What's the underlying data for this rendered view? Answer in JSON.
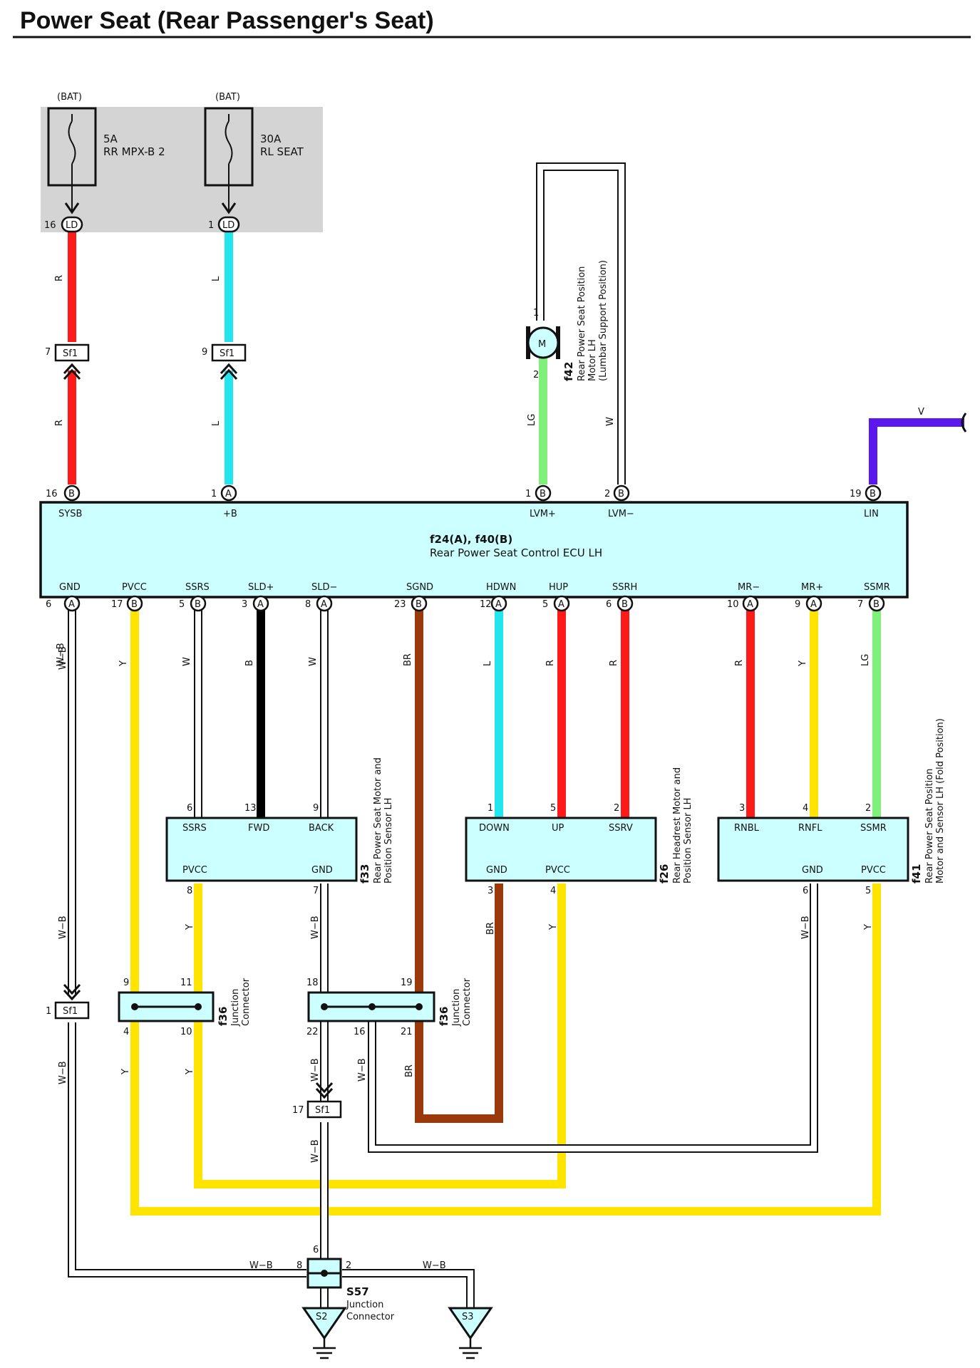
{
  "title": "Power Seat (Rear Passenger's Seat)",
  "colors": {
    "R": "#ff1a1a",
    "L": "#22e5ee",
    "LG": "#7ff07a",
    "Y": "#ffe400",
    "B": "#000000",
    "BR": "#9a3a0a",
    "V": "#5a18ee",
    "W": "#ffffff",
    "W-B": "#ffffff",
    "component_fill": "#ccffff",
    "fuse_block_fill": "#d4d4d4"
  },
  "fuses": [
    {
      "source": "(BAT)",
      "rating": "5A",
      "name": "RR MPX-B 2",
      "pin": "16",
      "conn": "LD",
      "wire": "R",
      "splice_pin": "7",
      "splice": "Sf1"
    },
    {
      "source": "(BAT)",
      "rating": "30A",
      "name": "RL SEAT",
      "pin": "1",
      "conn": "LD",
      "wire": "L",
      "splice_pin": "9",
      "splice": "Sf1"
    }
  ],
  "motor_f42": {
    "id": "f42",
    "symbol": "M",
    "pin_top": "1",
    "pin_bottom": "2",
    "name_line1": "Rear Power Seat Position",
    "name_line2": "Motor LH",
    "name_line3": "(Lumbar Support Position)",
    "wire_lg": "LG",
    "wire_w": "W"
  },
  "ecu": {
    "id": "f24(A), f40(B)",
    "name": "Rear Power Seat Control ECU LH",
    "top_pins": [
      {
        "num": "16",
        "conn": "B",
        "label": "SYSB"
      },
      {
        "num": "1",
        "conn": "A",
        "label": "+B"
      },
      {
        "num": "1",
        "conn": "B",
        "label": "LVM+"
      },
      {
        "num": "2",
        "conn": "B",
        "label": "LVM−"
      },
      {
        "num": "19",
        "conn": "B",
        "label": "LIN"
      }
    ],
    "bottom_pins": [
      {
        "num": "6",
        "conn": "A",
        "label": "GND",
        "wire": "W−B"
      },
      {
        "num": "17",
        "conn": "B",
        "label": "PVCC",
        "wire": "Y"
      },
      {
        "num": "5",
        "conn": "B",
        "label": "SSRS",
        "wire": "W"
      },
      {
        "num": "3",
        "conn": "A",
        "label": "SLD+",
        "wire": "B"
      },
      {
        "num": "8",
        "conn": "A",
        "label": "SLD−",
        "wire": "W"
      },
      {
        "num": "23",
        "conn": "B",
        "label": "SGND",
        "wire": "BR"
      },
      {
        "num": "12",
        "conn": "A",
        "label": "HDWN",
        "wire": "L"
      },
      {
        "num": "5",
        "conn": "A",
        "label": "HUP",
        "wire": "R"
      },
      {
        "num": "6",
        "conn": "B",
        "label": "SSRH",
        "wire": "R"
      },
      {
        "num": "10",
        "conn": "A",
        "label": "MR−",
        "wire": "R"
      },
      {
        "num": "9",
        "conn": "A",
        "label": "MR+",
        "wire": "Y"
      },
      {
        "num": "7",
        "conn": "B",
        "label": "SSMR",
        "wire": "LG"
      }
    ],
    "lin_wire": "V"
  },
  "f33": {
    "id": "f33",
    "name_line1": "Rear Power Seat Motor and",
    "name_line2": "Position Sensor LH",
    "top": [
      {
        "num": "6",
        "label": "SSRS"
      },
      {
        "num": "13",
        "label": "FWD"
      },
      {
        "num": "9",
        "label": "BACK"
      }
    ],
    "bottom": [
      {
        "num": "8",
        "label": "PVCC",
        "wire": "Y"
      },
      {
        "num": "7",
        "label": "GND",
        "wire": "W−B"
      }
    ]
  },
  "f26": {
    "id": "f26",
    "name_line1": "Rear Headrest Motor and",
    "name_line2": "Position Sensor  LH",
    "top": [
      {
        "num": "1",
        "label": "DOWN"
      },
      {
        "num": "5",
        "label": "UP"
      },
      {
        "num": "2",
        "label": "SSRV"
      }
    ],
    "bottom": [
      {
        "num": "3",
        "label": "GND",
        "wire": "BR"
      },
      {
        "num": "4",
        "label": "PVCC",
        "wire": "Y"
      }
    ]
  },
  "f41": {
    "id": "f41",
    "name_line1": "Rear Power Seat Position",
    "name_line2": "Motor and Sensor LH (Fold Position)",
    "top": [
      {
        "num": "3",
        "label": "RNBL"
      },
      {
        "num": "4",
        "label": "RNFL"
      },
      {
        "num": "2",
        "label": "SSMR"
      }
    ],
    "bottom": [
      {
        "num": "6",
        "label": "GND",
        "wire": "W−B"
      },
      {
        "num": "5",
        "label": "PVCC",
        "wire": "Y"
      }
    ]
  },
  "jc1": {
    "id": "f36",
    "name_line1": "Junction",
    "name_line2": "Connector",
    "pins_top": [
      "9",
      "11"
    ],
    "pins_bottom": [
      "4",
      "10"
    ],
    "wires_bottom": [
      "Y",
      "Y"
    ]
  },
  "jc2": {
    "id": "f36",
    "name_line1": "Junction",
    "name_line2": "Connector",
    "pins_top": [
      "18",
      "19"
    ],
    "pins_bottom": [
      "22",
      "16",
      "21"
    ],
    "wires_bottom": [
      "W−B",
      "W−B",
      "BR"
    ]
  },
  "sf1_left": {
    "pin": "1",
    "name": "Sf1",
    "wire_above": "W−B",
    "wire_below": "W−B"
  },
  "sf1_mid": {
    "pin": "17",
    "name": "Sf1",
    "wire_below": "W−B"
  },
  "s57": {
    "id": "S57",
    "name_line1": "Junction",
    "name_line2": "Connector",
    "pin_top": "6",
    "pin_left": "8",
    "pin_right": "2",
    "wire_left": "W−B",
    "wire_right": "W−B"
  },
  "grounds": [
    {
      "label": "S2"
    },
    {
      "label": "S3"
    }
  ]
}
